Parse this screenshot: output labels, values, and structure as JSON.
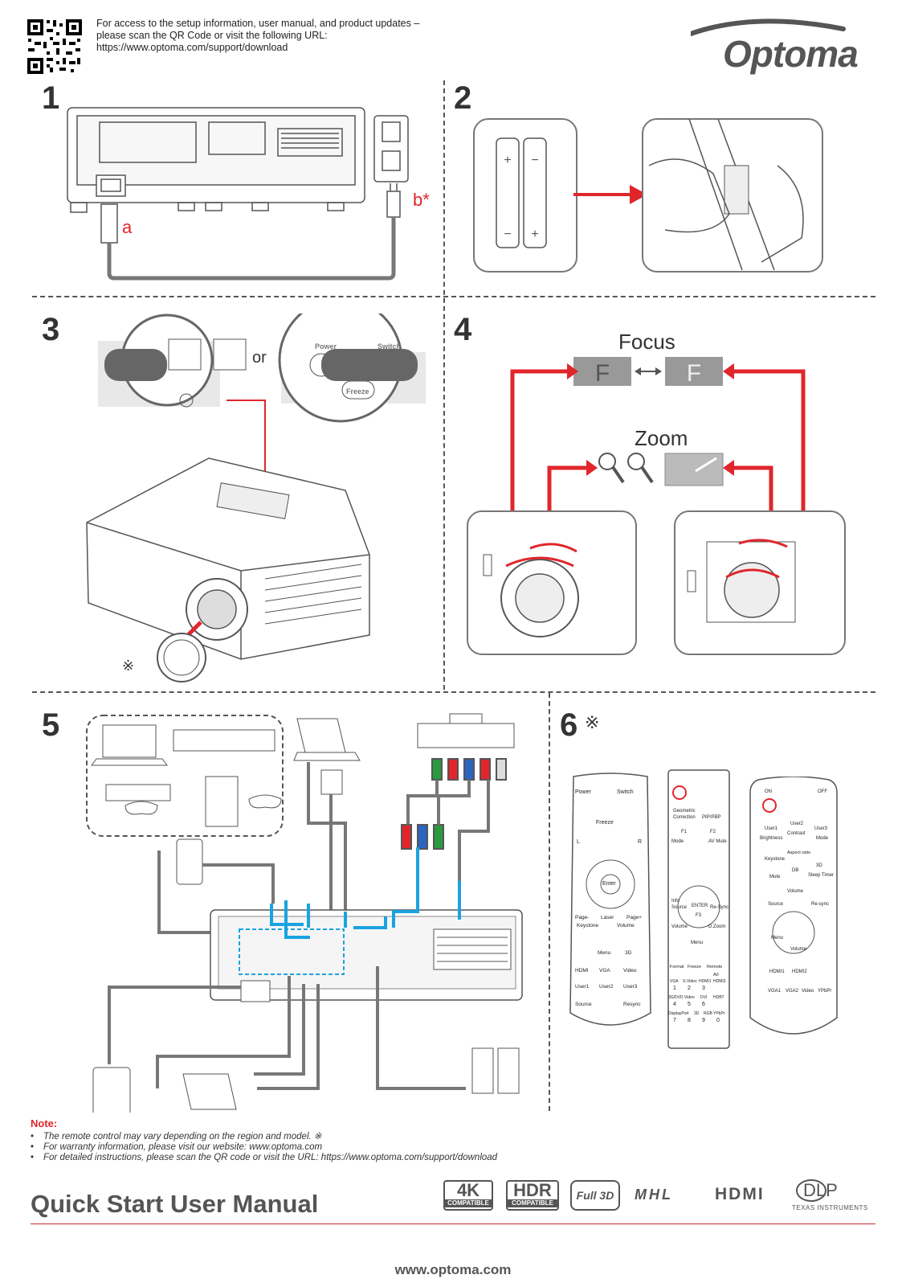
{
  "header": {
    "intro_lines": [
      "For access to the setup information, user manual, and product updates –",
      "please scan the QR Code or visit the following URL:",
      "https://www.optoma.com/support/download"
    ],
    "logo_text": "Optoma"
  },
  "steps": {
    "s1": {
      "number": "1",
      "label_a": "a",
      "label_b": "b*"
    },
    "s2": {
      "number": "2"
    },
    "s3": {
      "number": "3",
      "or_text": "or",
      "power_label": "Power",
      "switch_label": "Switch",
      "freeze_label": "Freeze",
      "footnote_mark": "※"
    },
    "s4": {
      "number": "4",
      "focus_label": "Focus",
      "zoom_label": "Zoom",
      "focus_letter": "F"
    },
    "s5": {
      "number": "5"
    },
    "s6": {
      "number": "6",
      "mark": "※"
    }
  },
  "remote1": {
    "power": "Power",
    "switch": "Switch",
    "freeze": "Freeze",
    "L": "L",
    "R": "R",
    "enter": "Enter",
    "page_minus": "Page-",
    "laser": "Laser",
    "page_plus": "Page+",
    "keystone": "Keystone",
    "volume": "Volume",
    "menu": "Menu",
    "three_d": "3D",
    "hdmi": "HDMI",
    "vga": "VGA",
    "video": "Video",
    "user1": "User1",
    "user2": "User2",
    "user3": "User3",
    "source": "Source",
    "resync": "Resync"
  },
  "remote2": {
    "geometric": "Geometric",
    "correction": "Correction",
    "pip_pbp": "PIP/PBP",
    "f1": "F1",
    "f2": "F2",
    "mode": "Mode",
    "av_mute": "AV Mute",
    "enter": "ENTER",
    "info": "Info",
    "source": "Source",
    "f3": "F3",
    "resync": "Re-Sync",
    "volume": "Volume",
    "d_zoom": "D.Zoom",
    "menu": "Menu",
    "format": "Format",
    "freeze": "Freeze",
    "remote": "Remote",
    "row1": [
      "VGA",
      "S-Video",
      "HDMI1",
      "HDMI2"
    ],
    "row2": [
      "3G/DVD",
      "Video",
      "DVI",
      "HDBT"
    ],
    "row3": [
      "DisplayPort",
      "3D",
      "RGB",
      "YPbPr"
    ],
    "keys": [
      "1",
      "2",
      "3",
      "4",
      "5",
      "6",
      "7",
      "8",
      "9",
      "0"
    ],
    "aii": "AII"
  },
  "remote3": {
    "on": "ON",
    "off": "OFF",
    "user1": "User1",
    "user2": "User2",
    "user3": "User3",
    "brightness": "Brightness",
    "contrast": "Contrast",
    "mode": "Mode",
    "keystone": "Keystone",
    "aspect_ratio": "Aspect ratio",
    "three_d": "3D",
    "mute": "Mute",
    "dbl": "DB",
    "sleep_timer": "Sleep Timer",
    "volume": "Volume",
    "source": "Source",
    "resync": "Re-sync",
    "menu": "Menu",
    "hdmi1": "HDMI1",
    "hdmi2": "HDMI2",
    "vga1": "VGA1",
    "vga2": "VGA2",
    "video": "Video",
    "ypbpr": "YPbPr"
  },
  "notes": {
    "title": "Note:",
    "items": [
      "The remote control may vary depending on the region and model. ※",
      "For warranty information, please visit our website: www.optoma.com",
      "For detailed instructions, please scan the QR code or visit the URL: https://www.optoma.com/support/download"
    ]
  },
  "footer": {
    "title": "Quick Start User Manual",
    "url": "www.optoma.com",
    "badges": {
      "k4": "4K",
      "k4_sub": "COMPATIBLE",
      "hdr": "HDR",
      "hdr_sub": "COMPATIBLE",
      "full3d": "Full 3D",
      "mhl": "MHL",
      "hdmi": "HDMI",
      "dlp": "DLP",
      "dlp_sub": "TEXAS INSTRUMENTS"
    }
  },
  "colors": {
    "accent_red": "#e0262b",
    "line_gray": "#555555",
    "cable_blue": "#1aa3e0"
  }
}
